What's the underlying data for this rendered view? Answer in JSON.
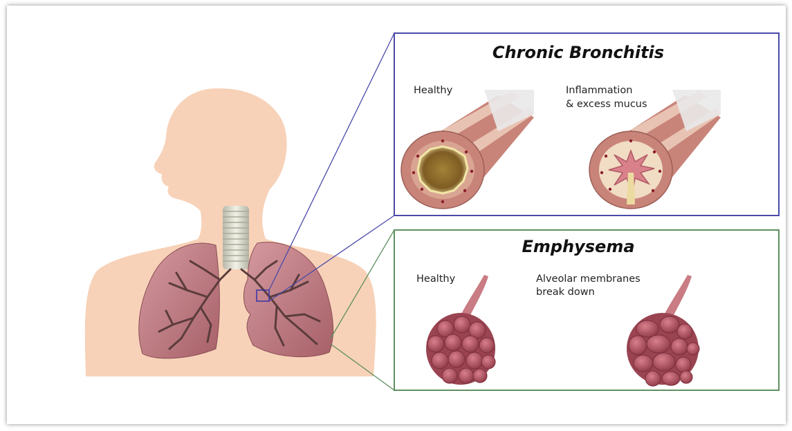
{
  "bronchitis": {
    "title": "Chronic Bronchitis",
    "healthy_label": "Healthy",
    "disease_label_line1": "Inflammation",
    "disease_label_line2": "& excess mucus",
    "border_color": "#4a4aa8"
  },
  "emphysema": {
    "title": "Emphysema",
    "healthy_label": "Healthy",
    "disease_label_line1": "Alveolar membranes",
    "disease_label_line2": "break down",
    "border_color": "#5f8f5f"
  },
  "colors": {
    "skin": "#f7d2b8",
    "lung": "#b9767d",
    "lung_light": "#c9878e",
    "bronchi": "#5b3c3c",
    "trachea": "#dcdcd0",
    "tube": "#c98479",
    "tube_stripe": "#e8c3b3",
    "lumen": "#8c6a2c",
    "alveoli": "#b85a68"
  },
  "icons": {
    "body": "human-torso-silhouette",
    "lungs": "lungs-illustration",
    "healthy_bronchus": "bronchus-cross-section",
    "inflamed_bronchus": "inflamed-bronchus-cross-section",
    "healthy_alveoli": "alveoli-cluster",
    "damaged_alveoli": "damaged-alveoli-cluster"
  }
}
